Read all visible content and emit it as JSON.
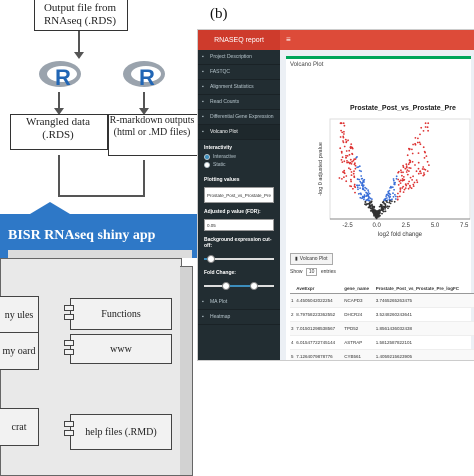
{
  "diagram": {
    "output_label": "Output file from RNAseq (.RDS)",
    "wrangled_label": "Wrangled data (.RDS)",
    "rmarkdown_label": "R-markdown outputs (html or .MD files)",
    "banner": "BISR RNAseq shiny app",
    "components": [
      "ny ules",
      "Functions",
      "my oard",
      "www",
      "crat",
      "help files (.RMD)"
    ],
    "r_logo_letter": "R"
  },
  "panel_label": "(b)",
  "app": {
    "brand": "RNASEQ report",
    "hamburger": "≡",
    "sidebar": {
      "items": [
        {
          "icon": "doc-icon",
          "glyph": "▪",
          "label": "Project Description"
        },
        {
          "icon": "check-icon",
          "glyph": "▪",
          "label": "FASTQC"
        },
        {
          "icon": "chart-icon",
          "glyph": "▪",
          "label": "Alignment Statistics"
        },
        {
          "icon": "table-icon",
          "glyph": "▪",
          "label": "Read Counts"
        },
        {
          "icon": "diff-icon",
          "glyph": "▪",
          "label": "Differential Gene Expression"
        },
        {
          "icon": "volcano-icon",
          "glyph": "▪",
          "label": "Volcano Plot"
        }
      ],
      "interactivity_label": "Interactivity",
      "radio_options": [
        "Interactive",
        "Static"
      ],
      "plotting_values_label": "Plotting values",
      "plotting_values_value": "Prostate_Post_vs_Prostate_Pre",
      "padj_label": "Adjusted p value (FDR):",
      "padj_value": "0.05",
      "bg_label": "Background expression cut-off:",
      "fold_label": "Fold Change:",
      "extra_items": [
        {
          "icon": "ma-icon",
          "glyph": "▪",
          "label": "MA Plot"
        },
        {
          "icon": "heatmap-icon",
          "glyph": "▪",
          "label": "Heatmap"
        }
      ],
      "bg_slider_level": 0.08,
      "fold_slider_range": [
        0.3,
        0.7
      ]
    },
    "panel_title": "Volcano Plot",
    "volcano_button": "Volcano Plot",
    "show_label": "Show",
    "show_value": "10",
    "entries_label": "entries",
    "table": {
      "headers": [
        "",
        "AveExpr",
        "gene_name",
        "Prostate_Post_vs_Prostate_Pre_logFC"
      ],
      "rows": [
        [
          "1",
          "4.4505042022254",
          "NCAPD3",
          "3.7465265263475"
        ],
        [
          "2",
          "8.79758223362552",
          "DHCR24",
          "3.5248260243641"
        ],
        [
          "3",
          "7.01501298538567",
          "TPD52",
          "1.8561436032438"
        ],
        [
          "4",
          "6.01547722745144",
          "ASTRAP",
          "1.5812587822101"
        ],
        [
          "5",
          "7.1264079878776",
          "CYB561",
          "1.4059215623905"
        ]
      ]
    }
  },
  "chart_data": {
    "type": "scatter",
    "title": "Prostate_Post_vs_Prostate_Pre",
    "xlabel": "log2 fold change",
    "ylabel": "-log 0 adjusted pvalue",
    "xticks": [
      "-2.5",
      "0.0",
      "2.5",
      "5.0",
      "7.5"
    ],
    "xlim": [
      -4,
      8
    ],
    "ylim": [
      0,
      12
    ],
    "colors": {
      "ns": "#333333",
      "p_only": "#3a6fd8",
      "both": "#d33",
      "fc_only": "#3a3"
    },
    "series": []
  }
}
